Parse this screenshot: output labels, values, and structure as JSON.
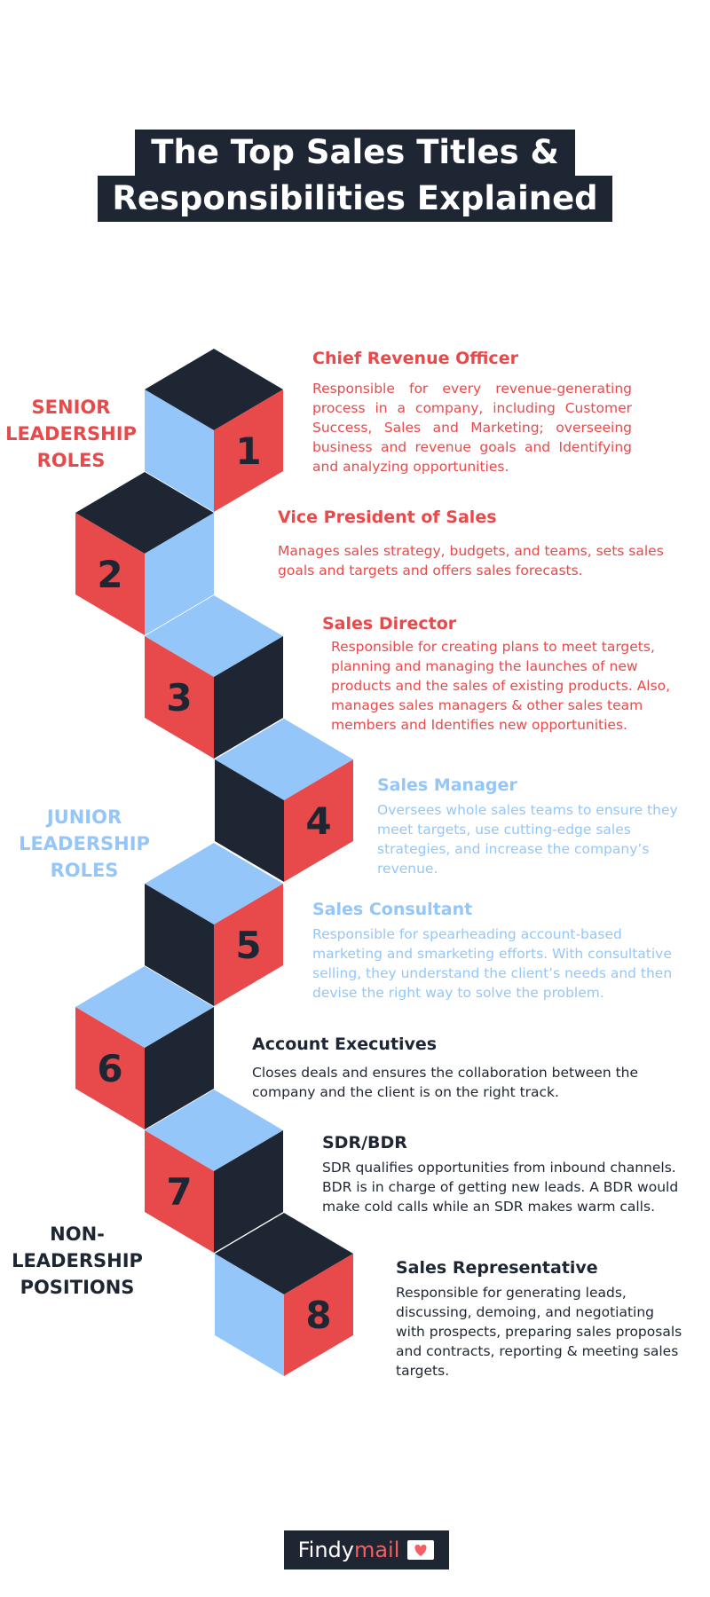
{
  "title": {
    "line1": "The Top Sales Titles &",
    "line2": "Responsibilities Explained"
  },
  "groups": [
    {
      "label": "SENIOR\nLEADERSHIP\nROLES",
      "color": "#e84a4b"
    },
    {
      "label": "JUNIOR\nLEADERSHIP\nROLES",
      "color": "#94c6fa"
    },
    {
      "label": "NON-\nLEADERSHIP\nPOSITIONS",
      "color": "#1f2633"
    }
  ],
  "roles": [
    {
      "number": "1",
      "title": "Chief Revenue Officer",
      "description": "Responsible for every revenue-generating process in a company, including Customer Success, Sales and Marketing; overseeing business and revenue goals and Identifying and analyzing opportunities.",
      "color": "#e84a4b"
    },
    {
      "number": "2",
      "title": "Vice President of Sales",
      "description": "Manages sales strategy, budgets, and teams, sets sales goals and targets and offers sales forecasts.",
      "color": "#e84a4b"
    },
    {
      "number": "3",
      "title": "Sales Director",
      "description": "Responsible for creating plans to meet targets, planning and managing the launches of new products and the sales of existing products. Also, manages sales managers & other sales team members and Identifies new opportunities.",
      "color": "#e84a4b"
    },
    {
      "number": "4",
      "title": "Sales Manager",
      "description": "Oversees whole sales teams to ensure they meet targets, use cutting-edge sales strategies, and increase the company’s revenue.",
      "color": "#94c6fa"
    },
    {
      "number": "5",
      "title": "Sales Consultant",
      "description": "Responsible for spearheading account-based marketing and smarketing efforts. With consultative selling, they understand the client’s needs and then devise the right way to solve the problem.",
      "color": "#94c6fa"
    },
    {
      "number": "6",
      "title": "Account Executives",
      "description": "Closes deals and ensures the collaboration between the company and the client is on the right track.",
      "color": "#1f2633"
    },
    {
      "number": "7",
      "title": "SDR/BDR",
      "description": "SDR qualifies opportunities from inbound channels. BDR is in charge of getting new leads. A BDR would make cold calls while an SDR makes warm calls.",
      "color": "#1f2633"
    },
    {
      "number": "8",
      "title": "Sales Representative",
      "description": "Responsible for generating leads, discussing, demoing, and negotiating with prospects, preparing sales proposals and contracts, reporting & meeting sales targets.",
      "color": "#1f2633"
    }
  ],
  "logo": {
    "prefix": "Findy",
    "accent": "mail",
    "icon": "envelope-heart-icon"
  },
  "colors": {
    "red": "#e84a4b",
    "blue": "#94c6fa",
    "dark": "#1f2633",
    "accent": "#f45e62"
  }
}
